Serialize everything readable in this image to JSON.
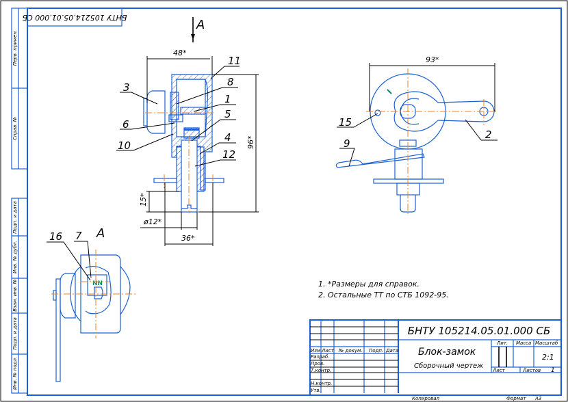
{
  "title_block": {
    "designation": "БНТУ 105214.05.01.000 СБ",
    "designation_rotated": "БНТУ 105214.05.01.000 СБ",
    "name": "Блок-замок",
    "doc_type": "Сборочный чертеж",
    "headers": {
      "izm": "Изм",
      "list": "Лист",
      "doc_no": "№ докум.",
      "sign": "Подп.",
      "date": "Дата"
    },
    "roles": [
      "Разраб.",
      "Пров.",
      "Т.контр.",
      "Н.контр.",
      "Утв."
    ],
    "lit": "Лит.",
    "mass": "Масса",
    "scale_label": "Масштаб",
    "scale": "2:1",
    "sheet": "Лист",
    "sheets": "Листов",
    "sheets_count": "1",
    "copied": "Копировал",
    "format_label": "Формат",
    "format": "А3"
  },
  "side_strip": [
    "Перв. примен.",
    "Справ. №",
    "Подп. и дата",
    "Инв. № дубл.",
    "Взам. инв. №",
    "Подп. и дата",
    "Инв. № подл."
  ],
  "views": {
    "view_arrow": "А",
    "view_a_title": "А"
  },
  "dimensions": {
    "width_top": "48*",
    "height": "96*",
    "stem": "15*",
    "diameter": "ø12*",
    "flange": "36*",
    "lever": "93*"
  },
  "positions": [
    "1",
    "2",
    "3",
    "4",
    "5",
    "6",
    "7",
    "8",
    "9",
    "10",
    "11",
    "12",
    "15",
    "16"
  ],
  "notes": [
    "1. *Размеры для справок.",
    "2. Остальные ТТ по СТБ 1092-95."
  ]
}
